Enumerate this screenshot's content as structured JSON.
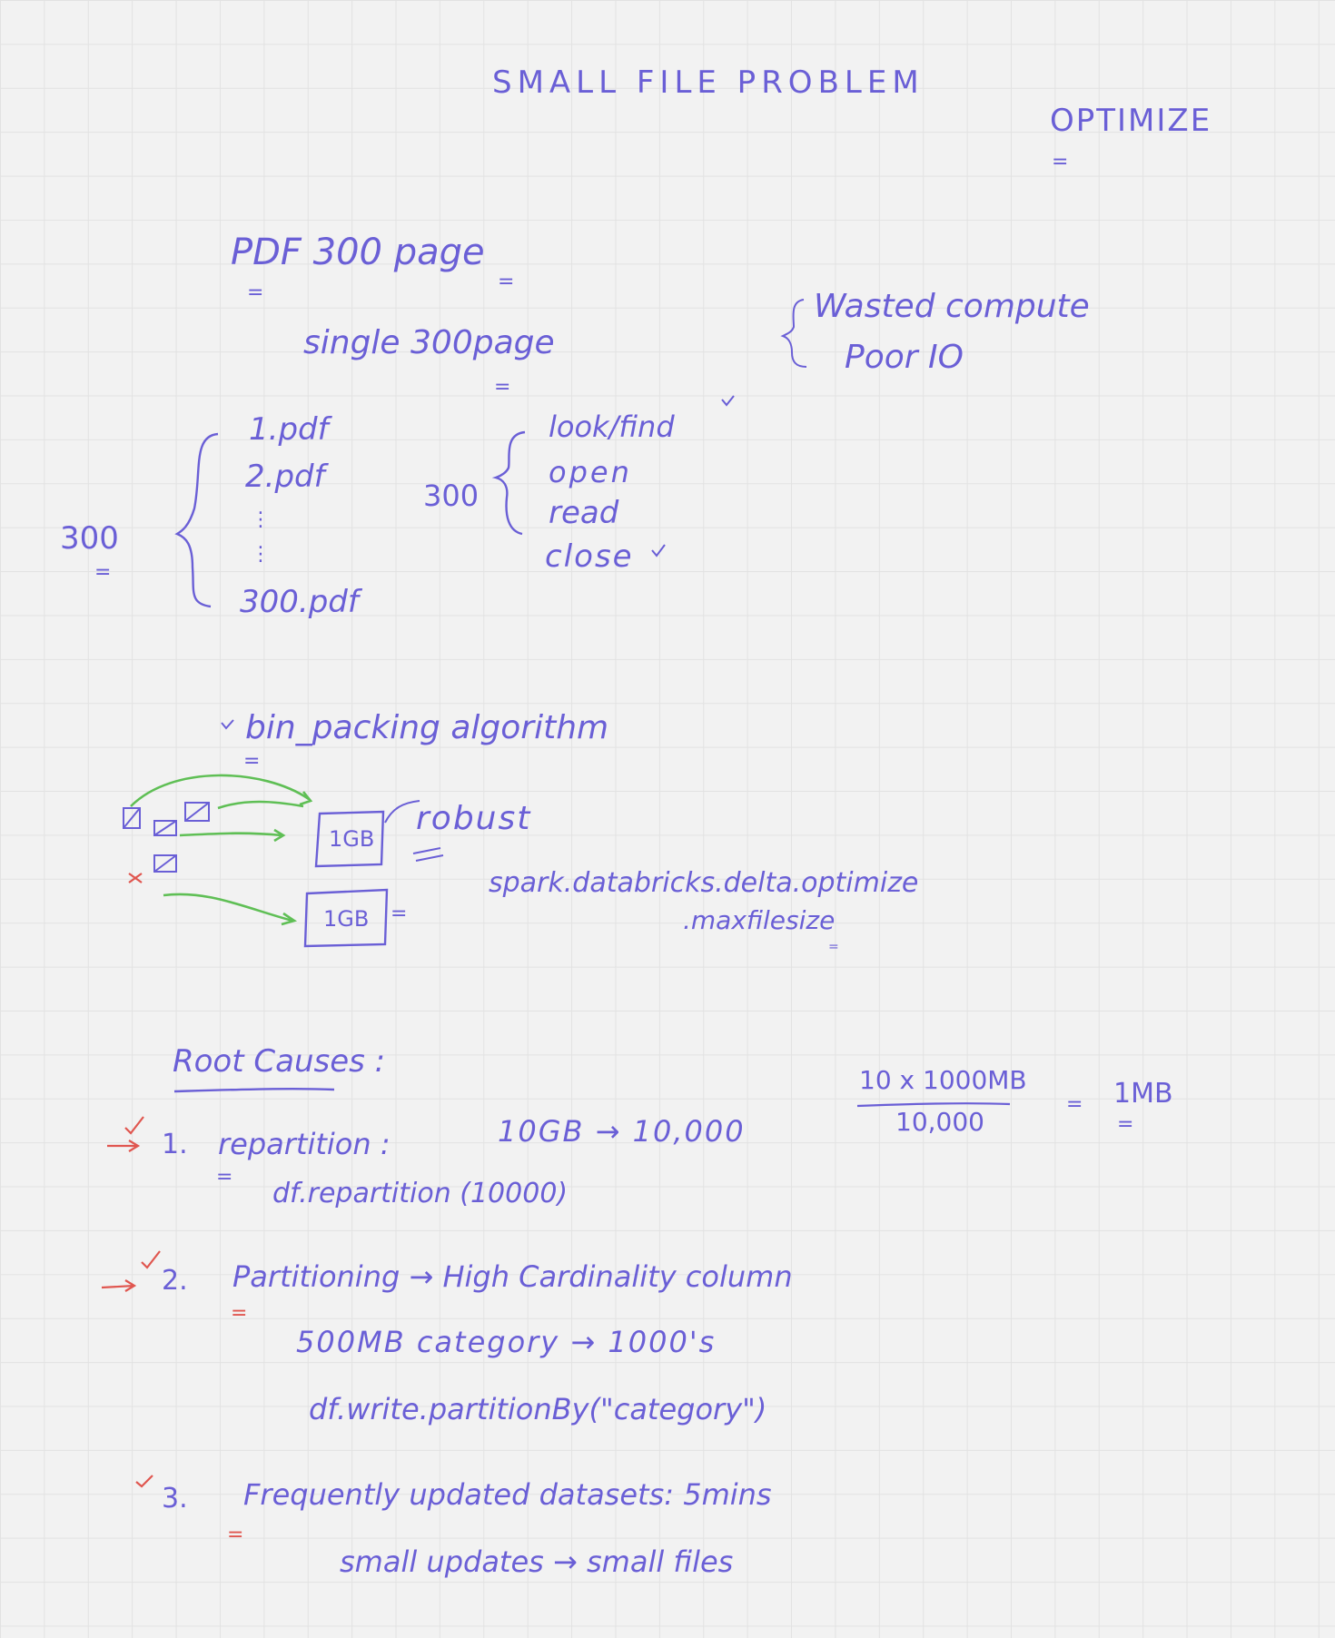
{
  "title": "SMALL FILE PROBLEM",
  "optimize": "OPTIMIZE",
  "pdf_example": {
    "line1": "PDF  300 page",
    "line2": "single 300page",
    "files": [
      "1.pdf",
      "2.pdf",
      "300.pdf"
    ],
    "count_left": "300",
    "count_mid": "300",
    "operations": [
      "look/find",
      "open",
      "read",
      "close"
    ]
  },
  "issues": [
    "Wasted compute",
    "Poor IO"
  ],
  "bin_packing": {
    "heading": "bin_packing algorithm",
    "boxes": [
      "1GB",
      "1GB"
    ],
    "robust": "robust",
    "config_line1": "spark.databricks.delta.optimize",
    "config_line2": ".maxfilesize"
  },
  "root_causes": {
    "heading": "Root Causes :",
    "items": [
      {
        "number": "1.",
        "label": "repartition :",
        "detail": "10GB → 10,000",
        "code": "df.repartition (10000)"
      },
      {
        "number": "2.",
        "label": "Partitioning → High Cardinality column",
        "detail": "500MB   category → 1000's",
        "code": "df.write.partitionBy(\"category\")"
      },
      {
        "number": "3.",
        "label": "Frequently updated datasets: 5mins",
        "detail": "small updates → small files"
      }
    ]
  },
  "calculation": {
    "numerator": "10 x 1000MB",
    "denominator": "10,000",
    "result": "1MB"
  },
  "colors": {
    "ink": "#6a5fd6",
    "green": "#5fbf55",
    "red": "#e0564f",
    "background": "#f2f2f2"
  }
}
